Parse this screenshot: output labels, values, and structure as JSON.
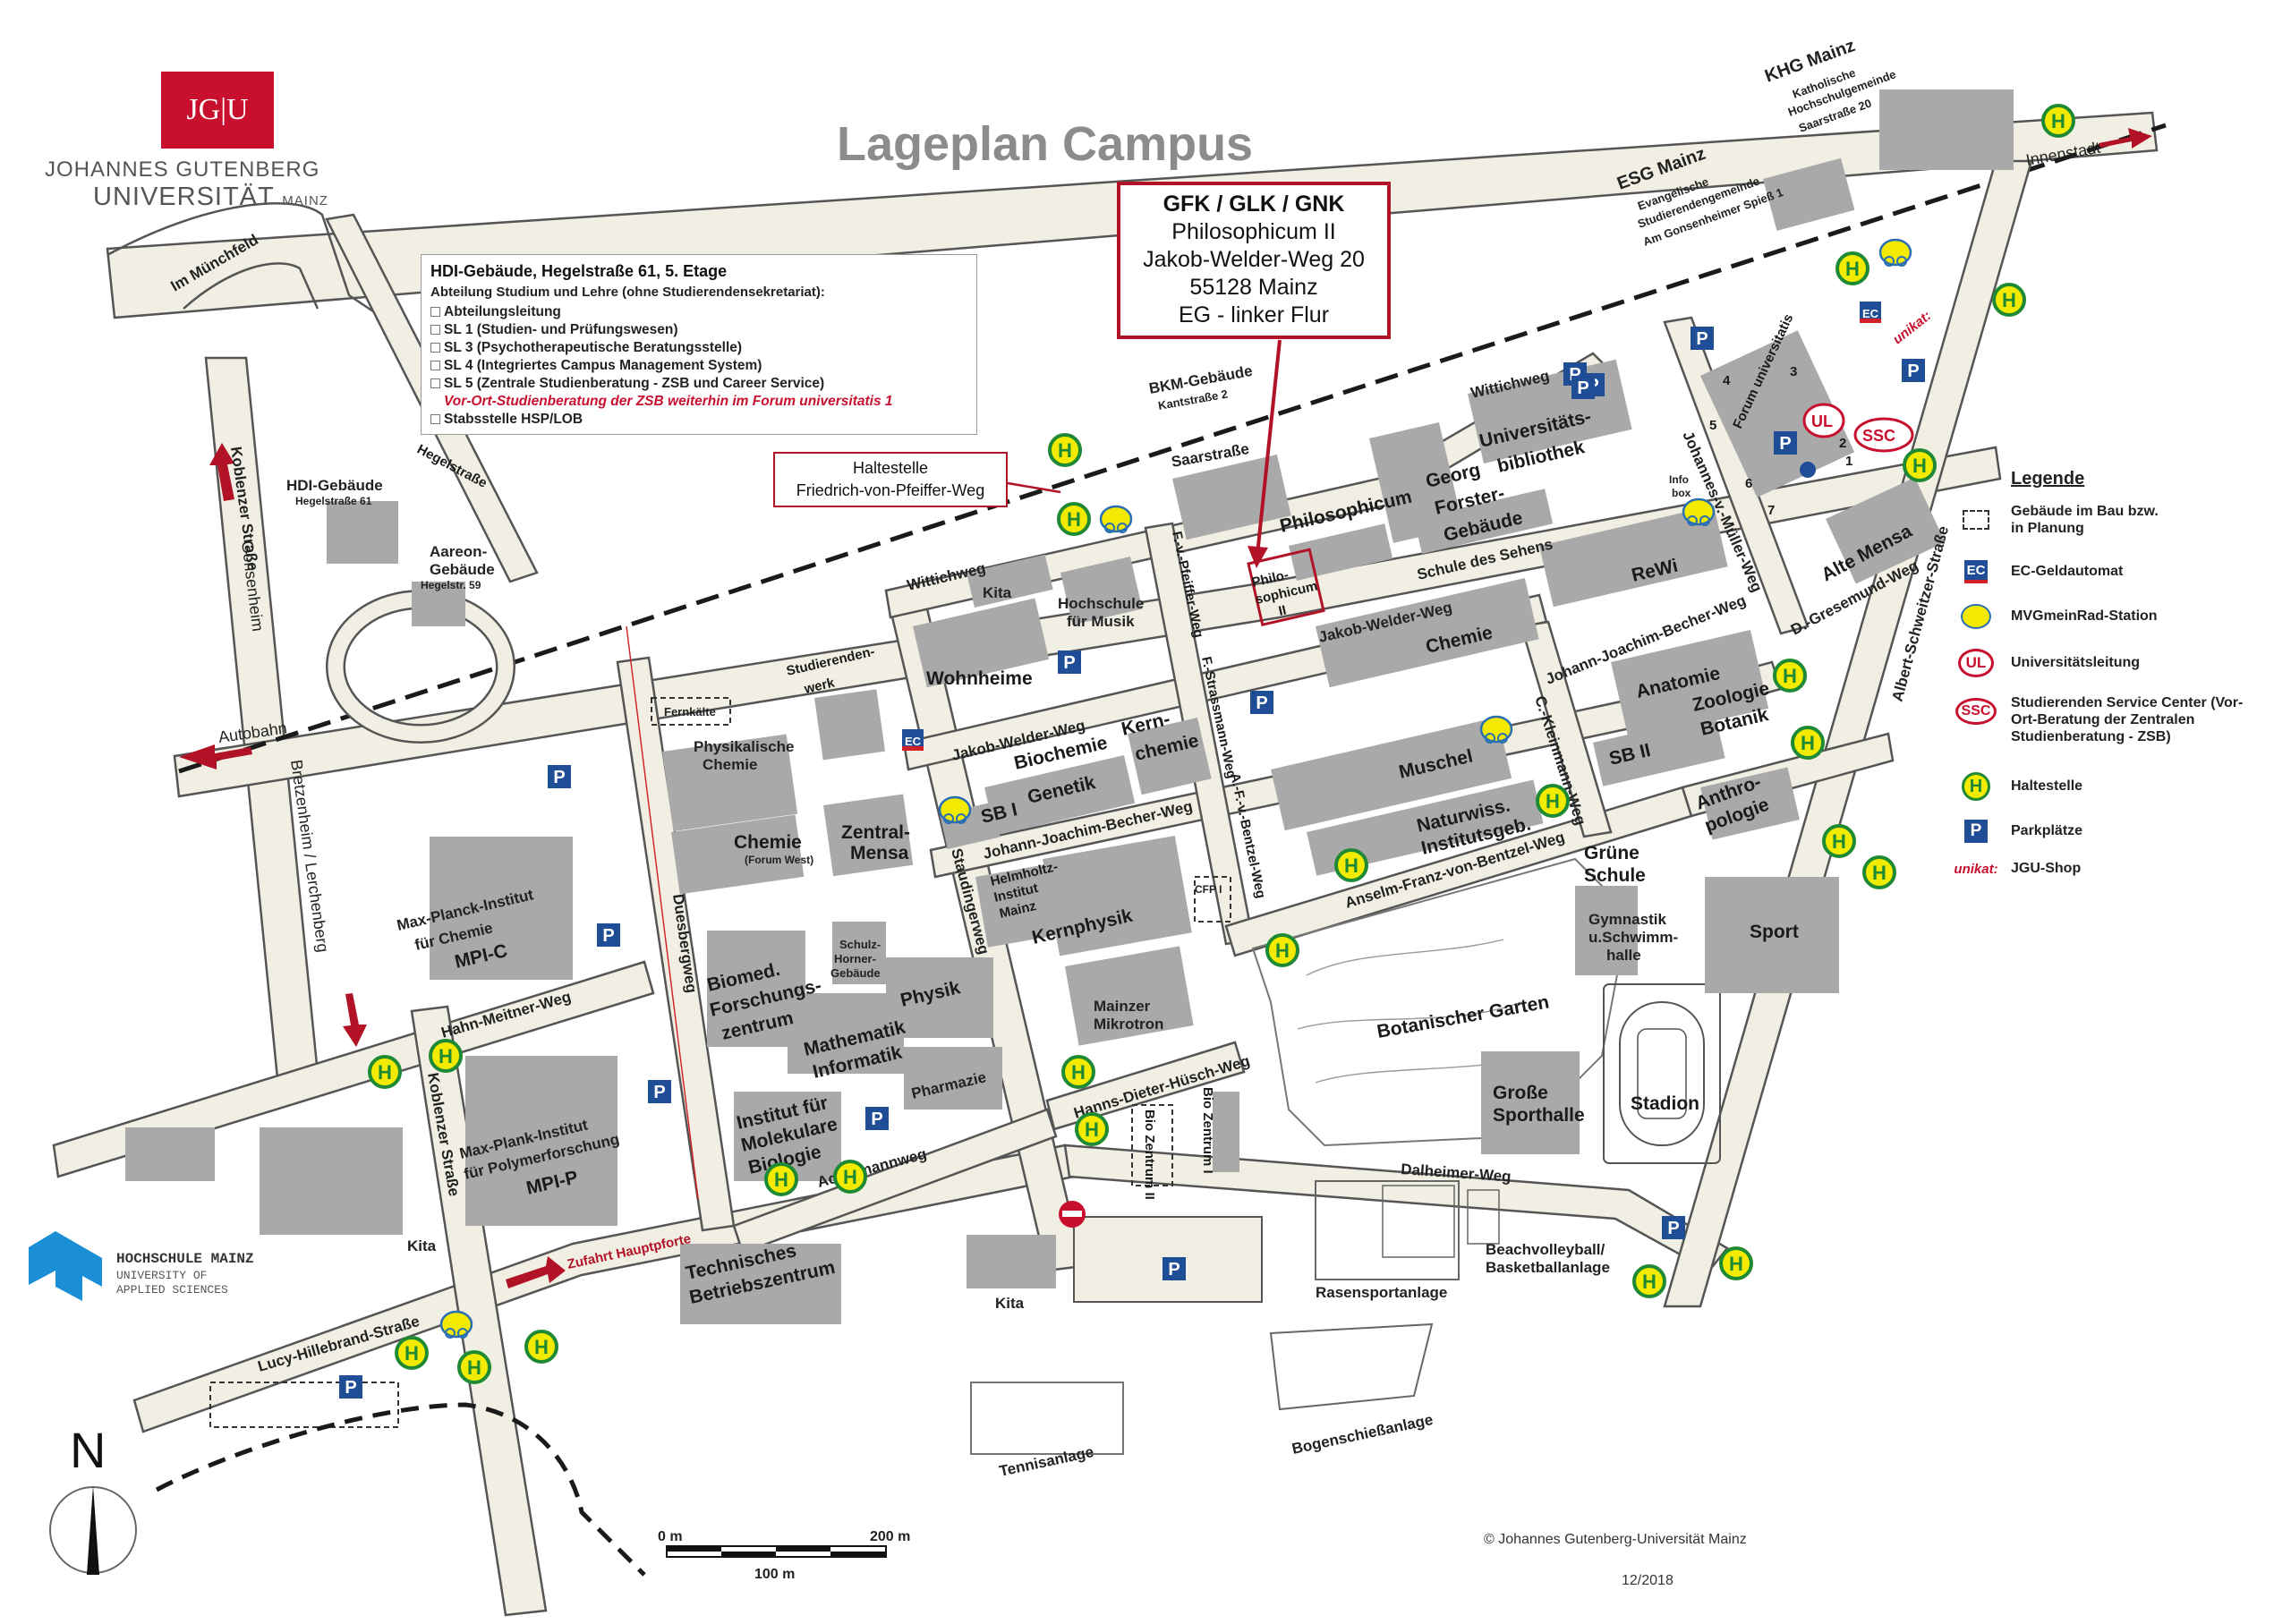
{
  "title": "Lageplan Campus",
  "logo": {
    "mark": "JG|U",
    "line1": "JOHANNES GUTENBERG",
    "line2": "UNIVERSITÄT",
    "line2_suffix": "MAINZ"
  },
  "hdi_box": {
    "heading": "HDI-Gebäude, Hegelstraße 61, 5. Etage",
    "subheading": "Abteilung Studium und Lehre (ohne Studierendensekretariat):",
    "items": [
      "Abteilungsleitung",
      "SL 1 (Studien- und Prüfungswesen)",
      "SL 3 (Psychotherapeutische Beratungsstelle)",
      "SL 4 (Integriertes Campus Management System)",
      "SL 5 (Zentrale Studienberatung - ZSB und Career Service)",
      "Vor-Ort-Studienberatung der ZSB weiterhin im Forum universitatis 1",
      "Stabsstelle HSP/LOB"
    ]
  },
  "target_box": {
    "line1": "GFK / GLK / GNK",
    "line2": "Philosophicum II",
    "line3": "Jakob-Welder-Weg 20",
    "line4": "55128 Mainz",
    "line5": "EG - linker Flur"
  },
  "stop_box": {
    "line1": "Haltestelle",
    "line2": "Friedrich-von-Pfeiffer-Weg"
  },
  "legend": {
    "title": "Legende",
    "items": [
      {
        "icon": "dashed-box-icon",
        "text": "Gebäude im Bau bzw. in Planung"
      },
      {
        "icon": "ec-atm-icon",
        "text": "EC-Geldautomat",
        "glyph": "EC"
      },
      {
        "icon": "bike-station-icon",
        "text": "MVGmeinRad-Station"
      },
      {
        "icon": "ul-icon",
        "text": "Universitätsleitung",
        "glyph": "UL"
      },
      {
        "icon": "ssc-icon",
        "text": "Studierenden Service Center (Vor-Ort-Beratung der Zentralen Studienberatung - ZSB)",
        "glyph": "SSC"
      },
      {
        "icon": "bus-stop-icon",
        "text": "Haltestelle",
        "glyph": "H"
      },
      {
        "icon": "parking-icon",
        "text": "Parkplätze",
        "glyph": "P"
      },
      {
        "icon": "jgu-shop-icon",
        "text": "JGU-Shop",
        "glyph": "unikat:"
      }
    ]
  },
  "streets": {
    "im_muenchfeld": "Im Münchfeld",
    "koblenzer_north": "Koblenzer Straße",
    "gonsenheim": "Gonsenheim",
    "autobahn": "Autobahn",
    "bretzenheim": "Bretzenheim / Lerchenberg",
    "hegelstrasse": "Hegelstraße",
    "saarstrasse": "Saarstraße",
    "wittichweg_east": "Wittichweg",
    "wittichweg_west": "Wittichweg",
    "jakob_welder_w": "Jakob-Welder-Weg",
    "jakob_welder_e": "Jakob-Welder-Weg",
    "jj_becher_w": "Johann-Joachim-Becher-Weg",
    "jj_becher_e": "Johann-Joachim-Becher-Weg",
    "fv_pfeiffer": "F.-v.-Pfeiffer-Weg",
    "f_strassmann": "F.-Strassmann-Weg",
    "afv_bentzel": "A.-F.-v.-Bentzel-Weg",
    "anselm_bentzel": "Anselm-Franz-von-Bentzel-Weg",
    "c_kleinmann": "C.-Kleinmann-Weg",
    "johannes_mueller": "Johannes-v.-Müller-Weg",
    "gresemund": "D.-Gresemund-Weg",
    "albert_schweitzer": "Albert-Schweitzer-Straße",
    "staudinger": "Staudingerweg",
    "duesberg": "Duesbergweg",
    "hahn_meitner": "Hahn-Meitner-Weg",
    "koblenzer_south": "Koblenzer Straße",
    "ackermann": "Ackermannweg",
    "hanns_dieter": "Hanns-Dieter-Hüsch-Weg",
    "dalheimer": "Dalheimer-Weg",
    "lucy": "Lucy-Hillebrand-Straße",
    "zufahrt": "Zufahrt Hauptpforte",
    "innenstadt": "Innenstadt"
  },
  "buildings": {
    "hdi": "HDI-Gebäude",
    "hdi_addr": "Hegelstraße 61",
    "aareon1": "Aareon-",
    "aareon2": "Gebäude",
    "aareon_addr": "Hegelstr. 59",
    "bkm": "BKM-Gebäude",
    "bkm_addr": "Kantstraße 2",
    "khg": "KHG Mainz",
    "khg1": "Katholische",
    "khg2": "Hochschulgemeinde",
    "khg3": "Saarstraße 20",
    "esg": "ESG Mainz",
    "esg1": "Evangelische",
    "esg2": "Studierendengemeinde",
    "esg3": "Am Gonsenheimer Spieß 1",
    "philosophicum": "Philosophicum",
    "philo2a": "Philo-",
    "philo2b": "sophicum",
    "philo2c": "II",
    "georg1": "Georg",
    "georg2": "Forster-",
    "georg3": "Gebäude",
    "ub1": "Universitäts-",
    "ub2": "bibliothek",
    "schule_sehens": "Schule des Sehens",
    "rewi": "ReWi",
    "chemie": "Chemie",
    "kita_n": "Kita",
    "musik1": "Hochschule",
    "musik2": "für Musik",
    "wohnheime": "Wohnheime",
    "stw1": "Studierenden-",
    "stw2": "werk",
    "fernkaelte": "Fernkälte",
    "physchem1": "Physikalische",
    "physchem2": "Chemie",
    "chem_fw1": "Chemie",
    "chem_fw2": "(Forum West)",
    "mensa1": "Zentral-",
    "mensa2": "Mensa",
    "biochemie": "Biochemie",
    "kernchemie1": "Kern-",
    "kernchemie2": "chemie",
    "genetik": "Genetik",
    "sb1": "SB I",
    "helmholtz1": "Helmholtz-",
    "helmholtz2": "Institut",
    "helmholtz3": "Mainz",
    "cfp": "CFP I",
    "kernphysik": "Kernphysik",
    "mikrotron1": "Mainzer",
    "mikrotron2": "Mikrotron",
    "muschel": "Muschel",
    "naturwiss1": "Naturwiss.",
    "naturwiss2": "Institutsgeb.",
    "anatomie": "Anatomie",
    "zoologie": "Zoologie",
    "botanik": "Botanik",
    "sb2": "SB II",
    "anthro1": "Anthro-",
    "anthro2": "pologie",
    "gruene1": "Grüne",
    "gruene2": "Schule",
    "gym1": "Gymnastik",
    "gym2": "u.Schwimm-",
    "gym3": "halle",
    "sport": "Sport",
    "botgarten": "Botanischer Garten",
    "stadion": "Stadion",
    "grosse1": "Große",
    "grosse2": "Sporthalle",
    "mpic1": "Max-Planck-Institut",
    "mpic2": "für Chemie",
    "mpic3": "MPI-C",
    "mpip1": "Max-Plank-Institut",
    "mpip2": "für Polymerforschung",
    "mpip3": "MPI-P",
    "schulz1": "Schulz-",
    "schulz2": "Horner-",
    "schulz3": "Gebäude",
    "biomed1": "Biomed.",
    "biomed2": "Forschungs-",
    "biomed3": "zentrum",
    "physik": "Physik",
    "matheinf1": "Mathematik",
    "matheinf2": "Informatik",
    "pharmazie": "Pharmazie",
    "imb1": "Institut für",
    "imb2": "Molekulare",
    "imb3": "Biologie",
    "biozentrum2": "Bio Zentrum II",
    "biozentrum1": "Bio Zentrum I",
    "kita_sw": "Kita",
    "kita_s": "Kita",
    "tbz1": "Technisches",
    "tbz2": "Betriebszentrum",
    "rasen": "Rasensportanlage",
    "beach1": "Beachvolleyball/",
    "beach2": "Basketballanlage",
    "bogen": "Bogenschießanlage",
    "tennis": "Tennisanlage",
    "alte_mensa": "Alte Mensa",
    "forum": "Forum universitatis",
    "forum_num4": "4",
    "forum_num5": "5",
    "forum_num6": "6",
    "forum_num7": "7",
    "forum_num1": "1",
    "forum_num2": "2",
    "forum_num3": "3",
    "infobox1": "Info",
    "infobox2": "box"
  },
  "map_symbols": {
    "ec": "EC",
    "ul": "UL",
    "ssc": "SSC",
    "shop": "unikat:",
    "h": "H",
    "p": "P"
  },
  "scale": {
    "start": "0 m",
    "end": "200 m",
    "mid": "100 m"
  },
  "north": "N",
  "hs_logo": {
    "line1": "HOCHSCHULE MAINZ",
    "line2": "UNIVERSITY OF",
    "line3": "APPLIED SCIENCES"
  },
  "copyright": "© Johannes Gutenberg-Universität Mainz",
  "date": "12/2018",
  "colors": {
    "building": "#a9a9a9",
    "road_fill": "#f1efe3",
    "road_edge": "#555555",
    "accent_red": "#b11226",
    "stop_green": "#1f8a34",
    "stop_yellow": "#f2ea00",
    "parking_blue": "#1f4d96"
  }
}
